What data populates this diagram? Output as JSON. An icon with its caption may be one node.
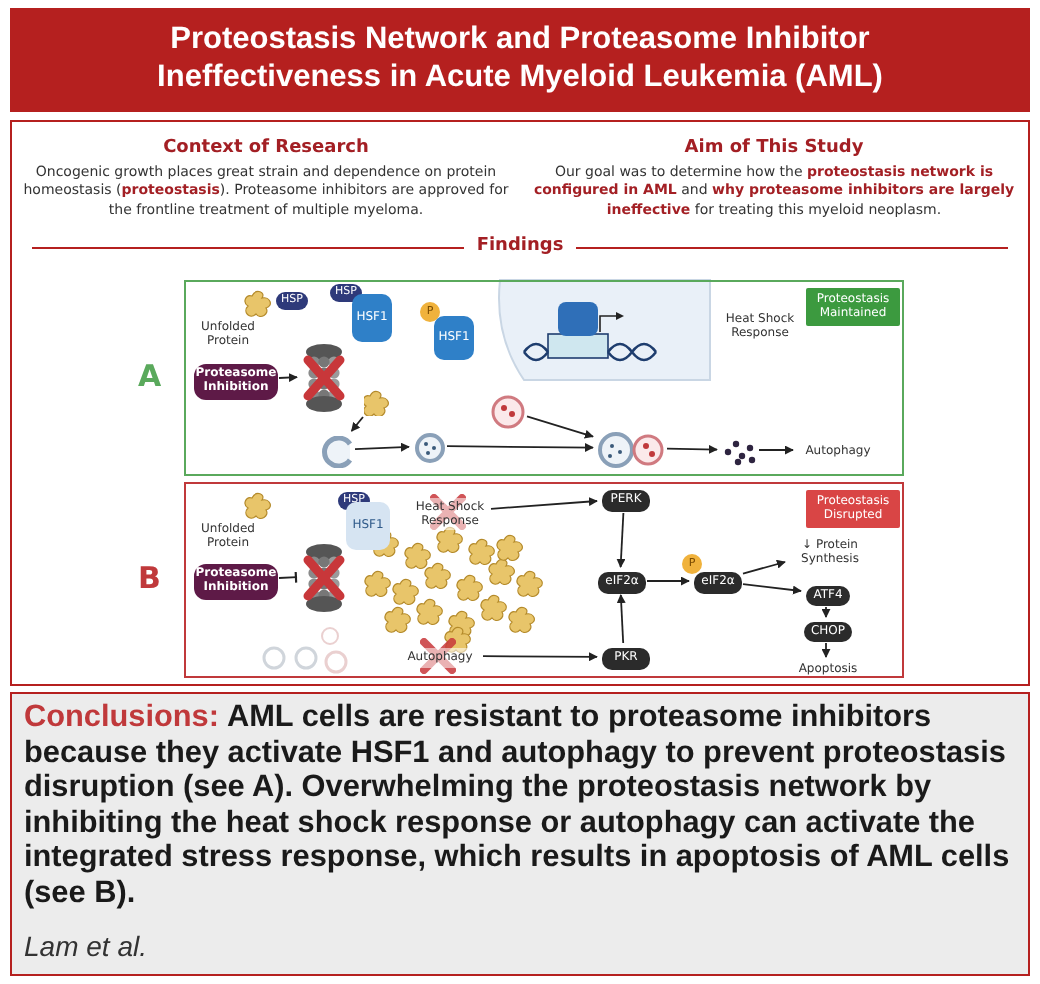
{
  "diagram": {
    "title": "Proteostasis Network and Proteasome Inhibitor Ineffectiveness in Acute Myeloid Leukemia (AML)",
    "nodes": [
      {
        "text": [
          "A"
        ]
      },
      {
        "text": [
          "Unfolded Protein"
        ],
        "in": 0
      },
      {
        "text": [
          "HSP"
        ],
        "in": 0
      },
      {
        "text": [
          "HSP"
        ],
        "in": 0
      },
      {
        "text": [
          "HSF1"
        ],
        "in": 0
      },
      {
        "text": [
          "P"
        ],
        "in": 0
      },
      {
        "text": [
          "HSF1"
        ],
        "in": 0
      },
      {
        "text": [
          "Proteasome Inhibition"
        ],
        "in": 0
      },
      {
        "text": [],
        "shape": "picture",
        "in": 0
      },
      {
        "text": [
          "Proteostasis Maintained"
        ],
        "in": 0
      },
      {
        "text": [],
        "shape": "picture",
        "in": 0
      },
      {
        "text": [],
        "shape": "picture",
        "in": 0
      },
      {
        "text": [],
        "shape": "picture",
        "in": 0
      },
      {
        "text": [],
        "shape": "picture",
        "in": 0
      },
      {
        "text": [],
        "shape": "picture",
        "in": 0
      },
      {
        "text": [],
        "shape": "picture",
        "in": 0
      },
      {
        "text": [
          "Autophagy"
        ],
        "in": 0
      },
      {
        "text": [
          "B"
        ]
      },
      {
        "text": [
          "Unfolded Protein"
        ],
        "in": 17
      },
      {
        "text": [
          "HSP"
        ],
        "in": 17
      },
      {
        "text": [
          "HSF1"
        ],
        "in": 17
      },
      {
        "text": [
          "Heat Shock Response"
        ],
        "in": 17
      },
      {
        "text": [
          "Proteasome Inhibition"
        ],
        "in": 17
      },
      {
        "text": [],
        "shape": "picture",
        "in": 17
      },
      {
        "text": [
          "Autophagy"
        ],
        "in": 17
      },
      {
        "text": [
          "PERK"
        ],
        "in": 17
      },
      {
        "text": [
          "eIF2α"
        ],
        "in": 17
      },
      {
        "text": [
          "P"
        ],
        "in": 17
      },
      {
        "text": [
          "eIF2α"
        ],
        "in": 17
      },
      {
        "text": [
          "↓ Protein Synthesis"
        ],
        "in": 17
      },
      {
        "text": [
          "ATF4"
        ],
        "in": 17
      },
      {
        "text": [
          "CHOP"
        ],
        "in": 17
      },
      {
        "text": [
          "PKR"
        ],
        "in": 17
      },
      {
        "text": [
          "Apoptosis"
        ],
        "in": 17
      },
      {
        "text": [
          "Proteostasis Disrupted"
        ],
        "in": 17
      }
    ],
    "edges": [
      {
        "from": 7,
        "to": 8,
        "arrow": "to"
      },
      {
        "from": 10,
        "to": 11,
        "arrow": "to"
      },
      {
        "from": 11,
        "to": 12,
        "arrow": "to"
      },
      {
        "from": 12,
        "to": 14,
        "arrow": "to"
      },
      {
        "from": 13,
        "to": 14,
        "arrow": "to"
      },
      {
        "from": 14,
        "to": 15,
        "arrow": "to"
      },
      {
        "from": 15,
        "to": 16,
        "arrow": "to"
      },
      {
        "from": 22,
        "to": 23,
        "arrow": "other"
      },
      {
        "from": 21,
        "to": 25,
        "arrow": "to"
      },
      {
        "from": 25,
        "to": 26,
        "arrow": "to"
      },
      {
        "from": 24,
        "to": 32,
        "arrow": "to"
      },
      {
        "from": 32,
        "to": 26,
        "arrow": "to"
      },
      {
        "from": 26,
        "to": 28,
        "arrow": "to"
      },
      {
        "from": 28,
        "to": 29,
        "arrow": "to"
      },
      {
        "from": 28,
        "to": 30,
        "arrow": "to"
      },
      {
        "from": 30,
        "to": 31,
        "arrow": "to"
      },
      {
        "from": 31,
        "to": 33,
        "arrow": "to"
      }
    ],
    "labels": [
      "Context of Research",
      "Oncogenic growth places great strain and dependence on protein homeostasis (**proteostasis**). Proteasome inhibitors are approved for the frontline treatment of multiple myeloma.",
      "Aim of This Study",
      "Our goal was to determine how the **proteostasis network is configured in AML** and **why proteasome inhibitors are largely ineffective** for treating this myeloid neoplasm.",
      "Findings",
      "Heat Shock Response",
      "Conclusions:",
      "AML cells are resistant to proteasome inhibitors because they activate HSF1 and autophagy to prevent proteostasis disruption (see A). Overwhelming the proteostasis network by inhibiting the heat shock response or autophagy can activate the integrated stress response, which results in apoptosis of AML cells (see B).",
      "Lam et al."
    ]
  }
}
